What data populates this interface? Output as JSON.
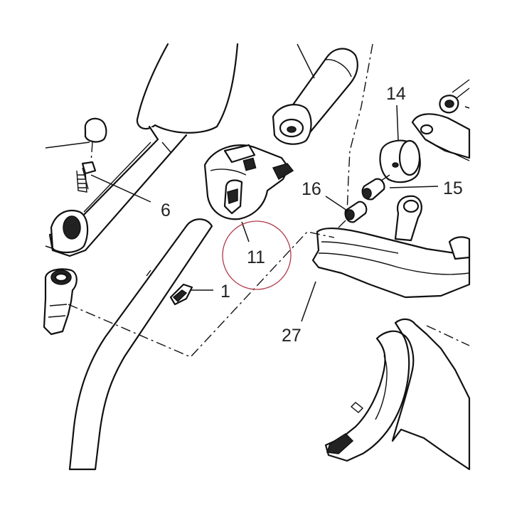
{
  "diagram": {
    "highlight_color": "#b03a4a",
    "callouts": [
      {
        "id": "label-14",
        "text": "14"
      },
      {
        "id": "label-15",
        "text": "15"
      },
      {
        "id": "label-16",
        "text": "16"
      },
      {
        "id": "label-6",
        "text": "6"
      },
      {
        "id": "label-11",
        "text": "11"
      },
      {
        "id": "label-1",
        "text": "1"
      },
      {
        "id": "label-27",
        "text": "27"
      }
    ]
  }
}
